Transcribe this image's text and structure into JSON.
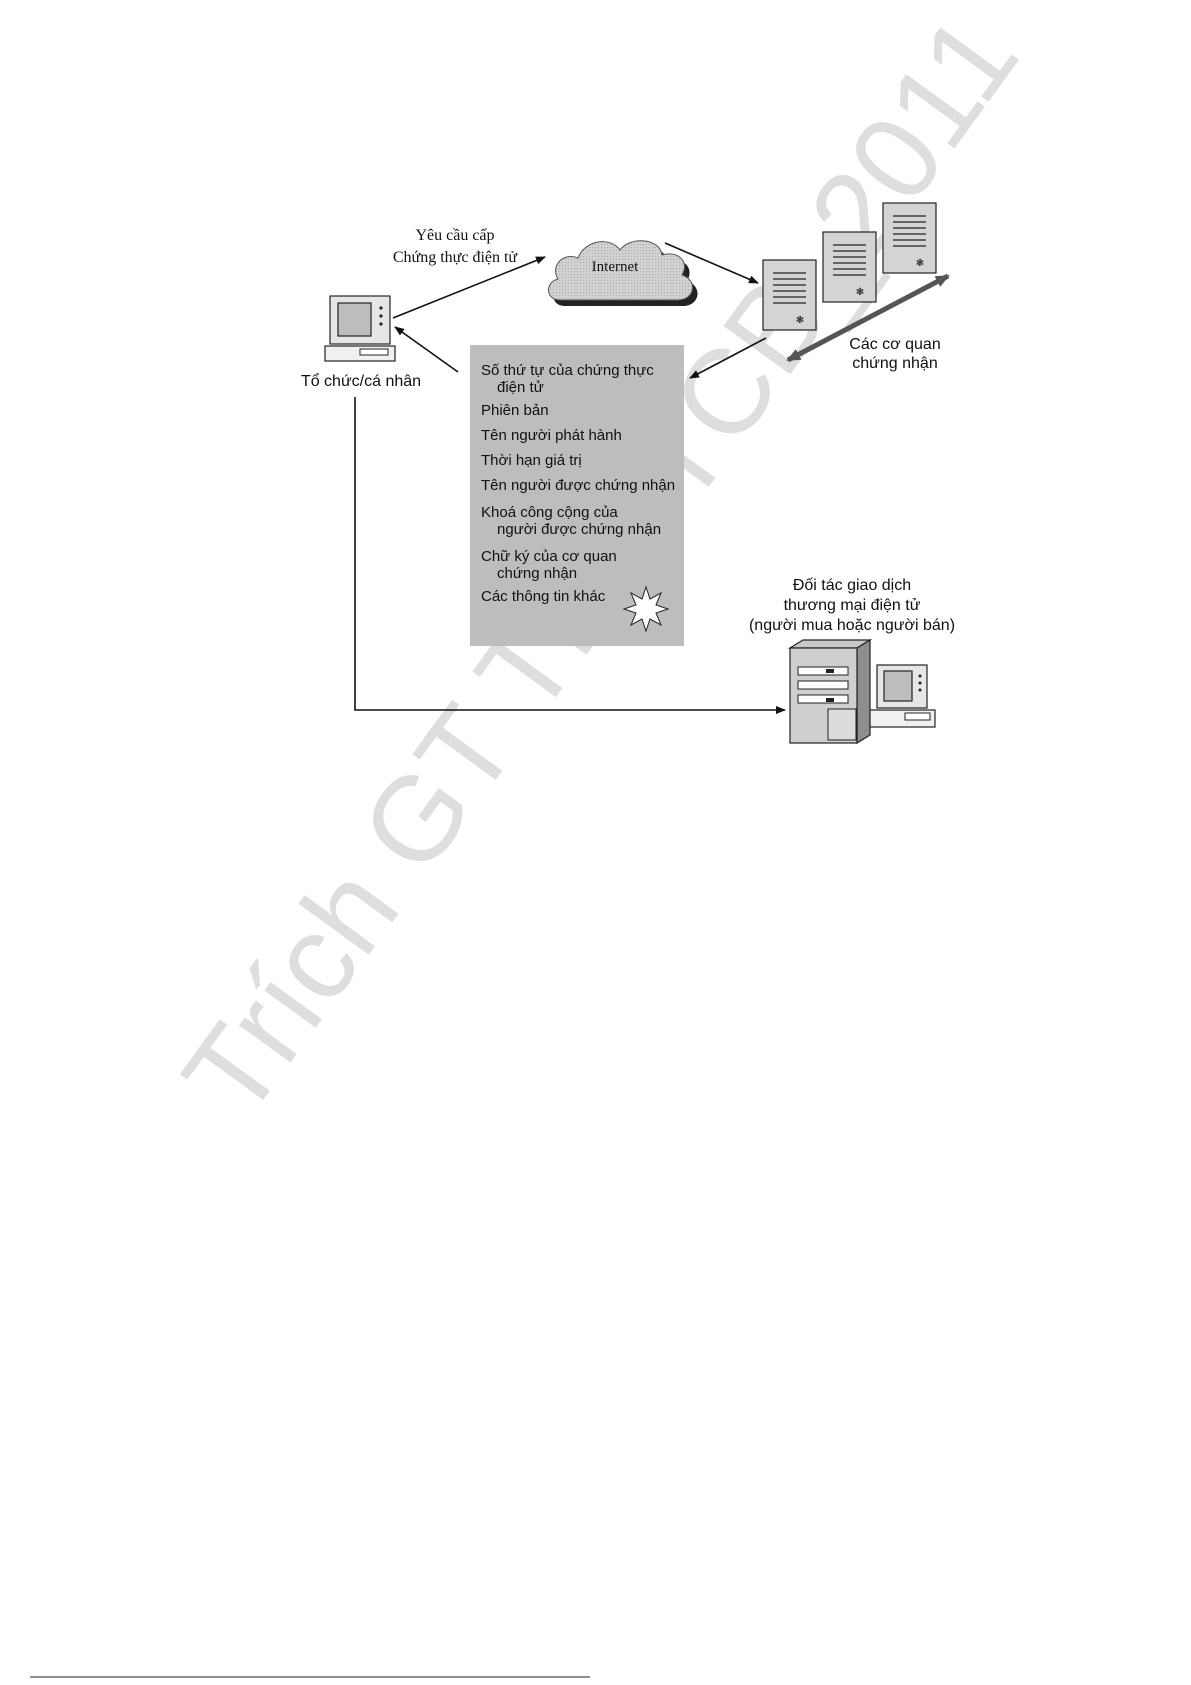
{
  "request_label": {
    "line1": "Yêu cầu cấp",
    "line2": "Chứng thực điện tử"
  },
  "internet_label": "Internet",
  "organization_label": "Tổ chức/cá nhân",
  "authorities_label": {
    "line1": "Các cơ quan",
    "line2": "chứng nhận"
  },
  "partner_label": {
    "line1": "Đối tác giao dịch",
    "line2": "thương mại điện tử",
    "line3": "(người mua hoặc người bán)"
  },
  "certificate_fields": [
    {
      "line1": "Số thứ tự của chứng thực",
      "line2": "điện tử"
    },
    {
      "line1": "Phiên bản"
    },
    {
      "line1": "Tên người phát hành"
    },
    {
      "line1": "Thời hạn giá trị"
    },
    {
      "line1": "Tên người được chứng nhận"
    },
    {
      "line1": "Khoá công cộng của",
      "line2": "người được chứng nhận"
    },
    {
      "line1": "Chữ ký của cơ quan",
      "line2": "chứng nhận"
    },
    {
      "line1": "Các thông tin khác"
    }
  ],
  "watermark": "Trích GT TMĐTCB_2011",
  "colors": {
    "panel": "#bdbdbd",
    "ink": "#111111",
    "double_arrow": "#555555",
    "watermark": "#d9d9d9"
  },
  "icons": [
    "computer-icon",
    "cloud-icon",
    "certificate-document-icon",
    "server-tower-icon",
    "starburst-icon"
  ]
}
